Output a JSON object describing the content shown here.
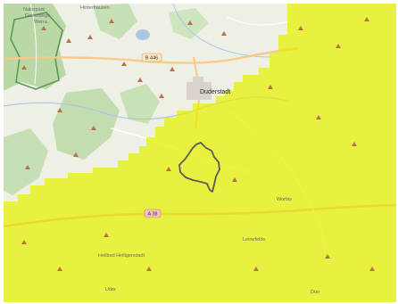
{
  "map": {
    "labels": {
      "region_top_left_1": "Naturpark",
      "region_top_left_2": "Grenzwege",
      "region_top_left_3": "Werra",
      "top_town": "Hinterhausen",
      "city": "Duderstadt",
      "town_worbis": "Worbis",
      "town_leinefelde": "Leinefelde",
      "region_bottom": "Heilbad Heiligenstadt",
      "town_bottom_left": "Uder",
      "town_bottom_right": "Dün"
    },
    "road_shields": {
      "b446": "B 446",
      "a38": "A 38"
    },
    "colors": {
      "overlay": "#e6f000",
      "base_land": "#eef0e6",
      "forest": "#b9d8a6",
      "water": "#a9c8e8",
      "boundary": "#555555"
    }
  }
}
